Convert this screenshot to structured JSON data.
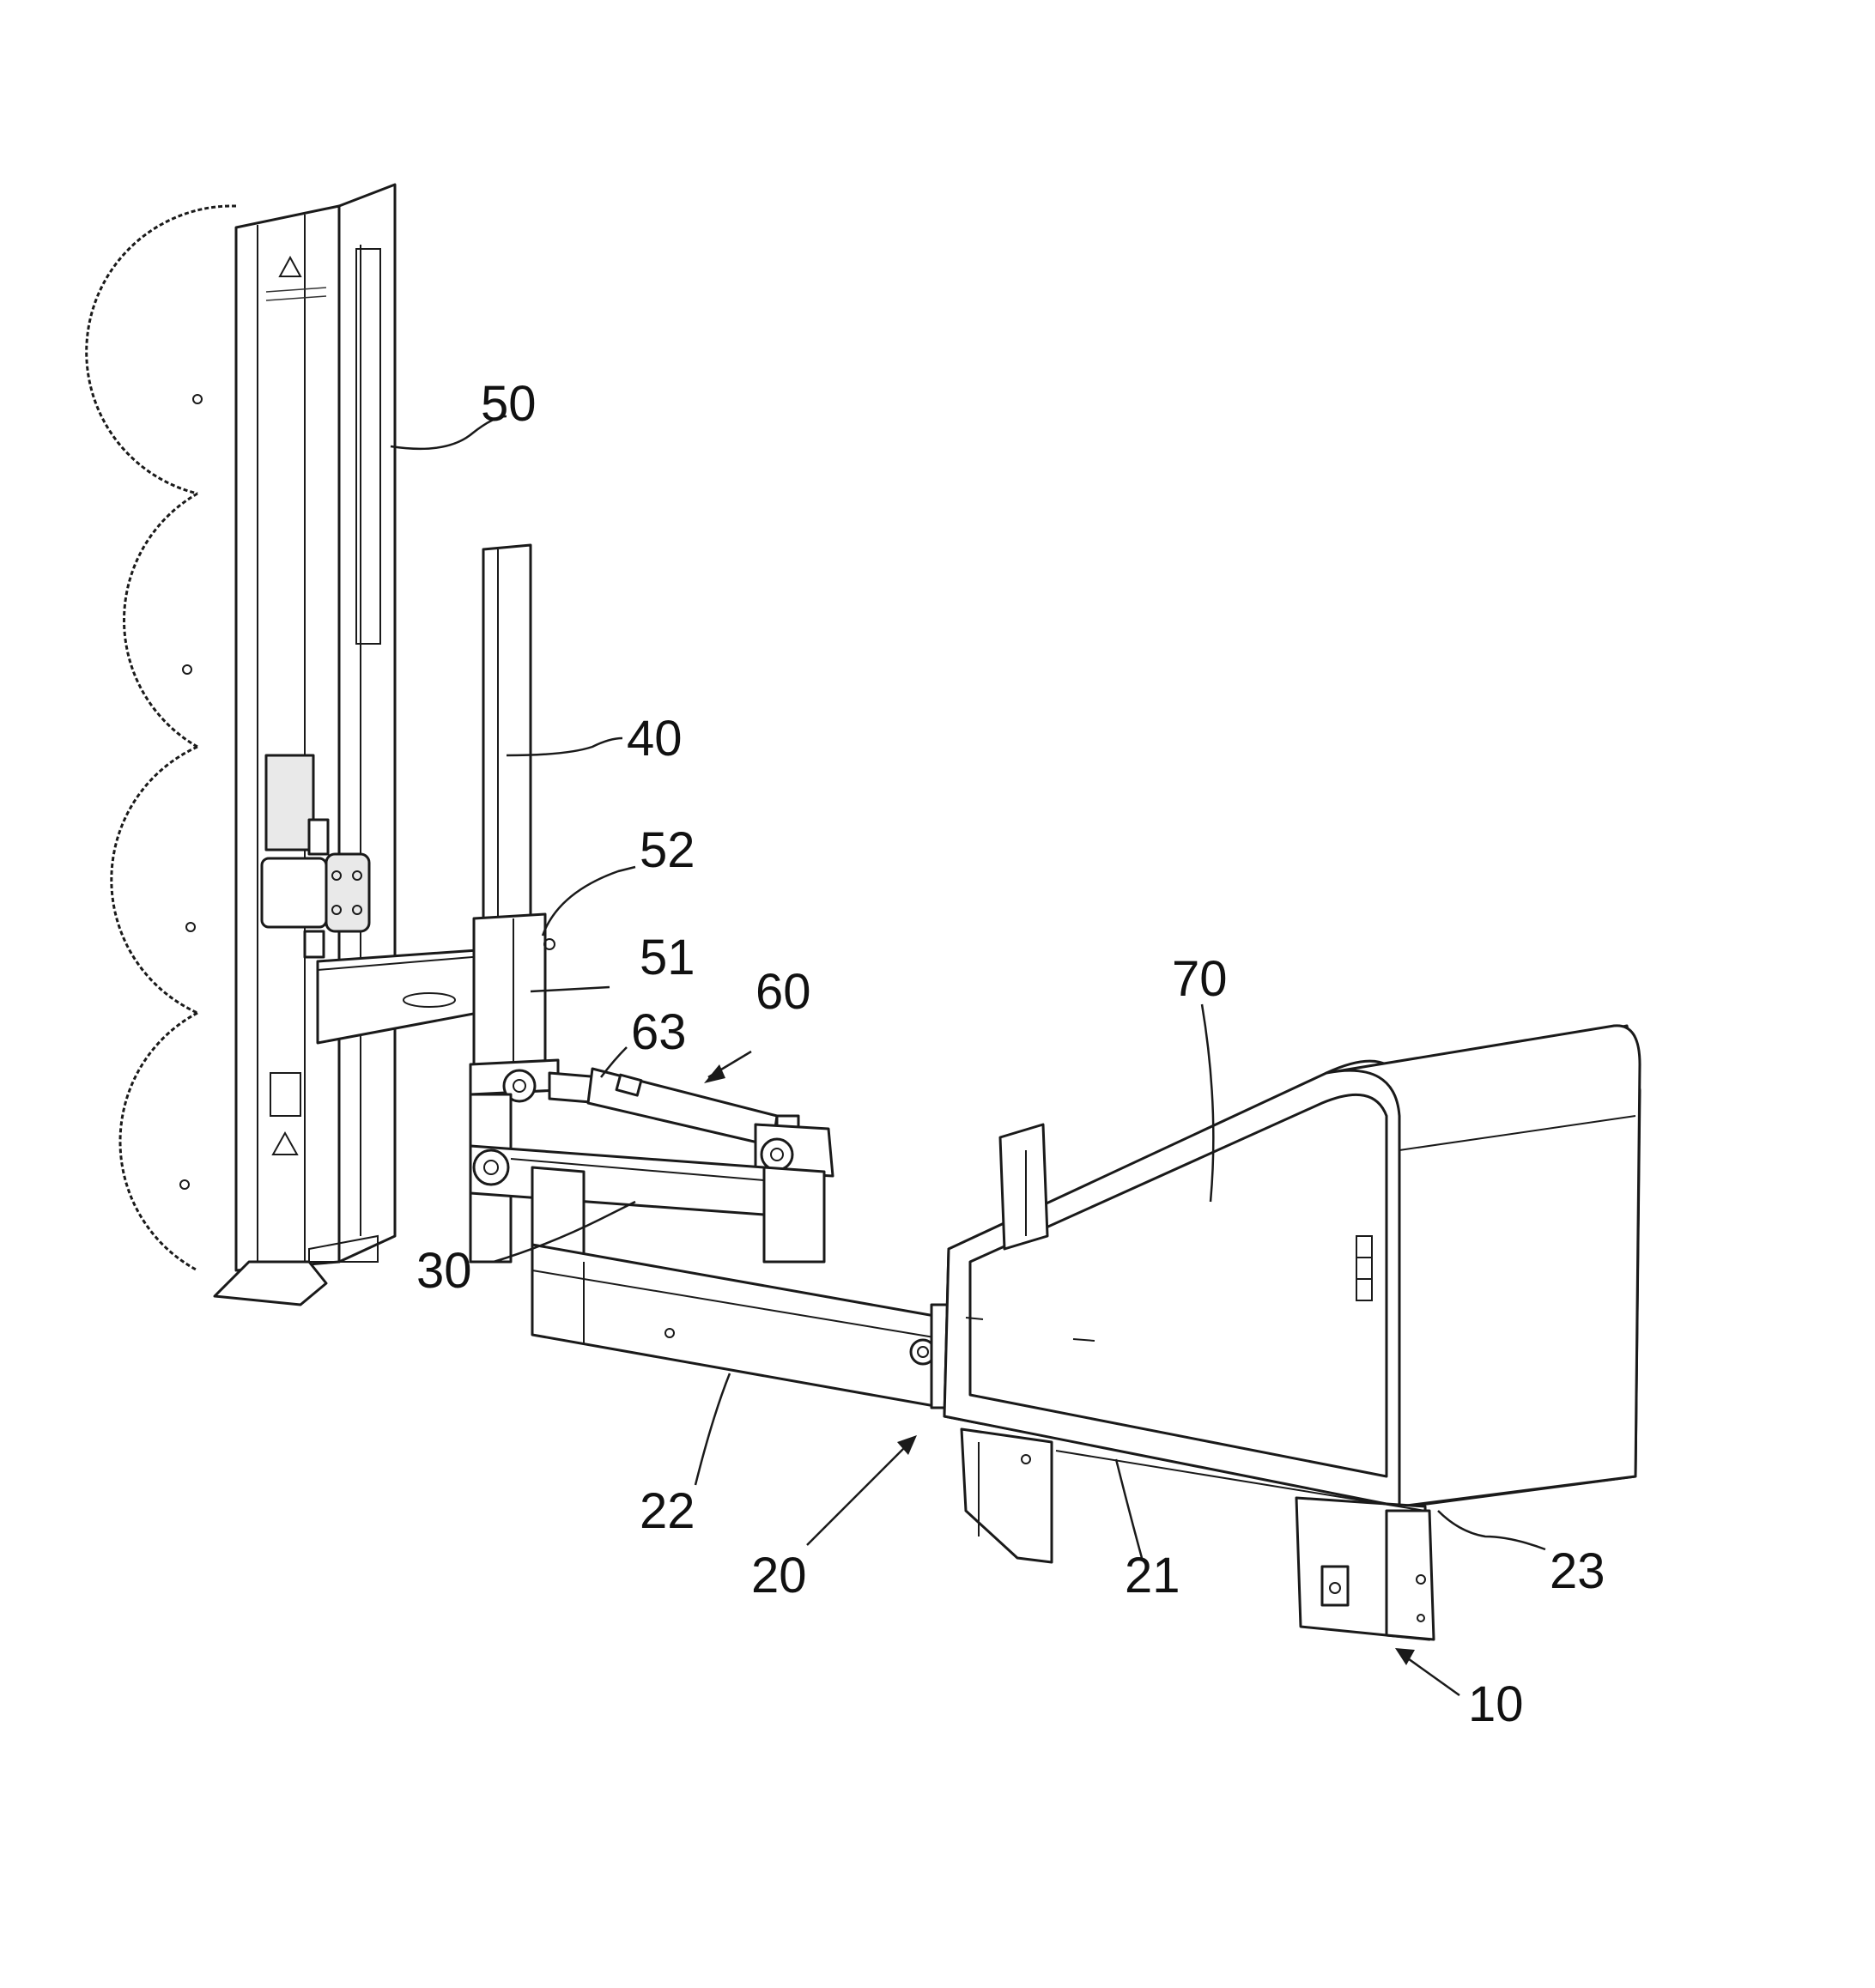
{
  "labels": {
    "l50": "50",
    "l40": "40",
    "l52": "52",
    "l51": "51",
    "l60": "60",
    "l63": "63",
    "l70": "70",
    "l30": "30",
    "l22": "22",
    "l20": "20",
    "l21": "21",
    "l23": "23",
    "l10": "10"
  }
}
